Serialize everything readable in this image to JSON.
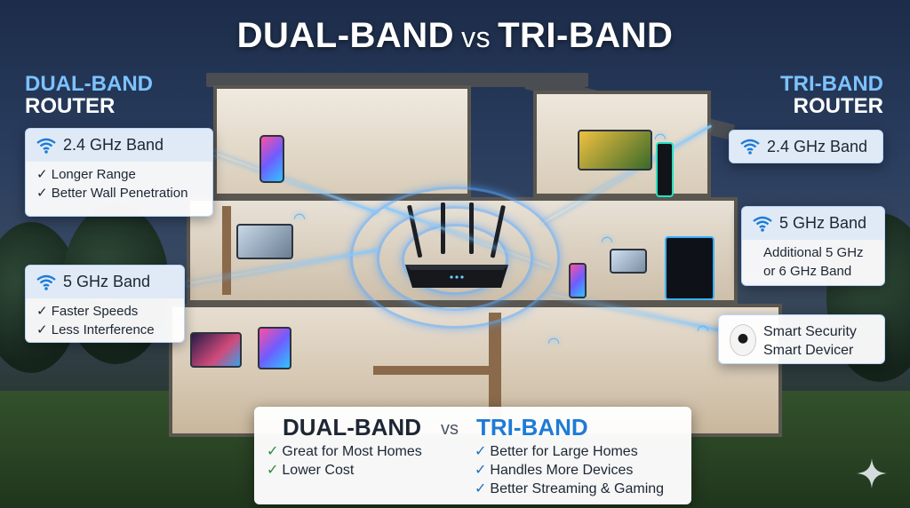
{
  "title": {
    "left": "DUAL-BAND",
    "vs": "vs",
    "right": "TRI-BAND"
  },
  "dual_band_router": {
    "line1": "DUAL-BAND",
    "line2": "ROUTER",
    "band_24": {
      "label": "2.4 GHz Band",
      "features": [
        "✓ Longer Range",
        "✓ Better Wall Penetration"
      ]
    },
    "band_5": {
      "label": "5 GHz Band",
      "features": [
        "✓ Faster Speeds",
        "✓ Less Interference"
      ]
    }
  },
  "tri_band_router": {
    "line1": "TRI-BAND",
    "line2": "ROUTER",
    "band_24": {
      "label": "2.4 GHz Band"
    },
    "band_5": {
      "label": "5 GHz Band",
      "detail": [
        "Additional 5 GHz",
        "or 6 GHz Band"
      ]
    },
    "smart": {
      "lines": [
        "Smart Security",
        "Smart Devicer"
      ]
    }
  },
  "comparison": {
    "dual_title": "DUAL-BAND",
    "vs": "vs",
    "tri_title": "TRI-BAND",
    "dual_points": [
      "Great for Most Homes",
      "Lower Cost"
    ],
    "tri_points": [
      "Better for Large Homes",
      "Handles More Devices",
      "Better Streaming & Gaming"
    ],
    "check": "✓"
  },
  "colors": {
    "accent_blue": "#7cc2ff",
    "tri_blue": "#1e7bd6",
    "check_green": "#2c8a3c",
    "wifi_glow": "#5ab4ff"
  },
  "icons": [
    "wifi-icon",
    "router-icon",
    "sparkle-icon",
    "phone-icon",
    "laptop-icon",
    "tv-icon",
    "pc-tower-icon",
    "tablet-icon",
    "camera-icon"
  ]
}
